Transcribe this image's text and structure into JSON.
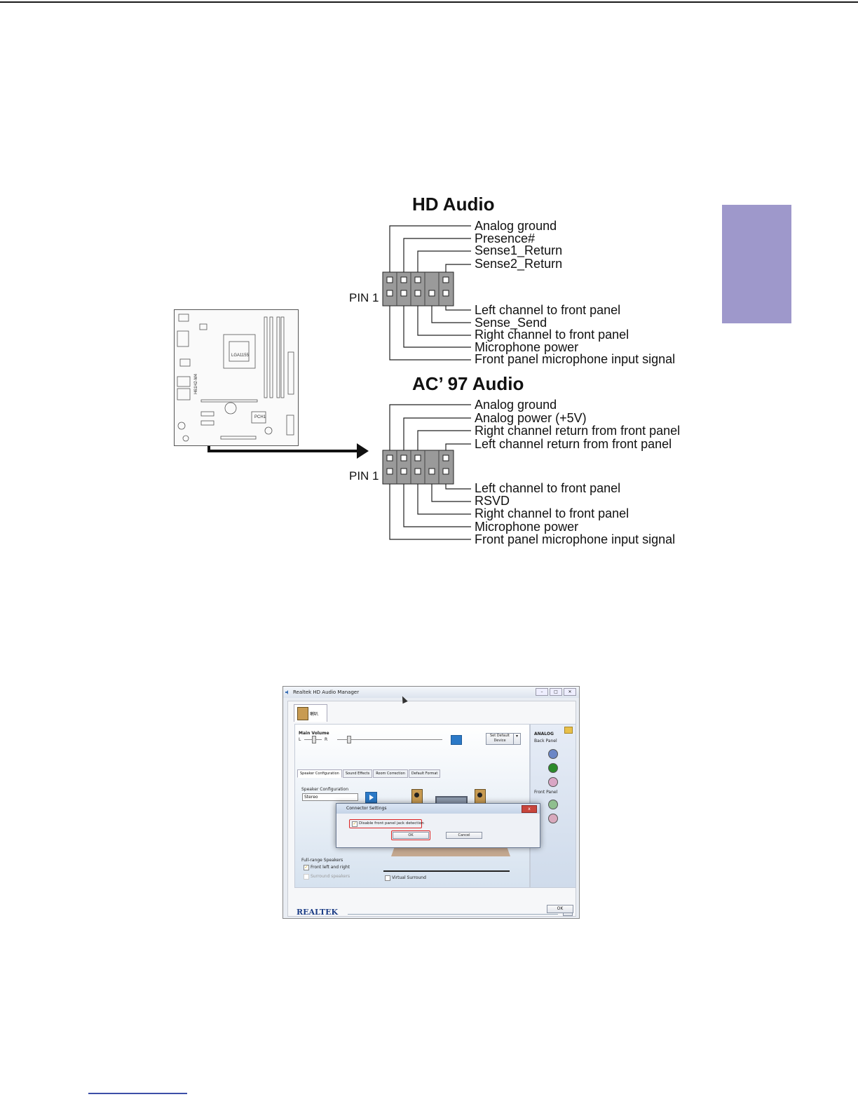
{
  "hd_audio": {
    "title": "HD Audio",
    "pin1_label": "PIN 1",
    "top_labels": [
      "Analog ground",
      "Presence#",
      "Sense1_Return",
      "Sense2_Return"
    ],
    "bottom_labels": [
      "Left channel to front panel",
      "Sense_Send",
      "Right channel to front panel",
      "Microphone power",
      "Front panel microphone input signal"
    ]
  },
  "ac97_audio": {
    "title": "AC’ 97 Audio",
    "pin1_label": "PIN 1",
    "top_labels": [
      "Analog ground",
      "Analog power (+5V)",
      "Right channel return from front panel",
      "Left channel return from front panel"
    ],
    "bottom_labels": [
      "Left channel to front panel",
      "RSVD",
      "Right channel to front panel",
      "Microphone power",
      "Front panel microphone input signal"
    ]
  },
  "board": {
    "chip_label": "PCH1",
    "model_label": "H61H2-M4",
    "socket_label": "LGA1155"
  },
  "realtek": {
    "window_title": "Realtek HD Audio Manager",
    "app_tab_label": "喇叭",
    "main_volume_label": "Main Volume",
    "left_label": "L",
    "right_label": "R",
    "set_default_label": "Set Default Device",
    "tabs": [
      "Speaker Configuration",
      "Sound Effects",
      "Room Correction",
      "Default Format"
    ],
    "speaker_config_label": "Speaker Configuration",
    "speaker_config_value": "Stereo",
    "full_range_label": "Full-range Speakers",
    "front_lr_label": "Front left and right",
    "surround_label": "Surround speakers",
    "virtual_surround_label": "Virtual Surround",
    "analog_label": "ANALOG",
    "back_panel_label": "Back Panel",
    "front_panel_label": "Front Panel",
    "brand": "REALTEK",
    "ok_label": "OK",
    "info_label": "i",
    "dialog": {
      "title": "Connector Settings",
      "checkbox_label": "Disable front panel jack detection",
      "ok_label": "OK",
      "cancel_label": "Cancel",
      "close_label": "x"
    },
    "colors": {
      "jack_blue": "#6b86c6",
      "jack_green": "#2a8a2a",
      "jack_pink": "#d9a6c5",
      "jack_green_light": "#8fbf8f",
      "jack_pink_light": "#d8a9bd"
    }
  },
  "colors": {
    "side_tab": "#9e98cb",
    "footer_line": "#3c4fa8"
  }
}
